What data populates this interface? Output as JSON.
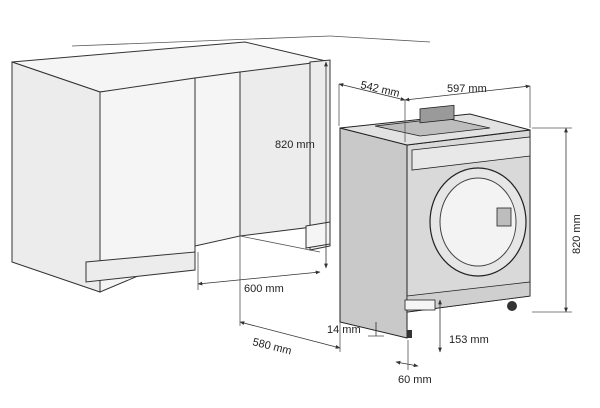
{
  "dimensions": {
    "depth_top": "542 mm",
    "width_top": "597 mm",
    "cabinet_height": "820 mm",
    "machine_height": "820 mm",
    "cabinet_width": "600 mm",
    "cabinet_depth": "580 mm",
    "base_gap": "14 mm",
    "plinth_height": "153 mm",
    "foot_offset": "60 mm"
  },
  "colors": {
    "line": "#333333",
    "machine_body": "#d9d9d9",
    "cabinet": "#ececec"
  }
}
